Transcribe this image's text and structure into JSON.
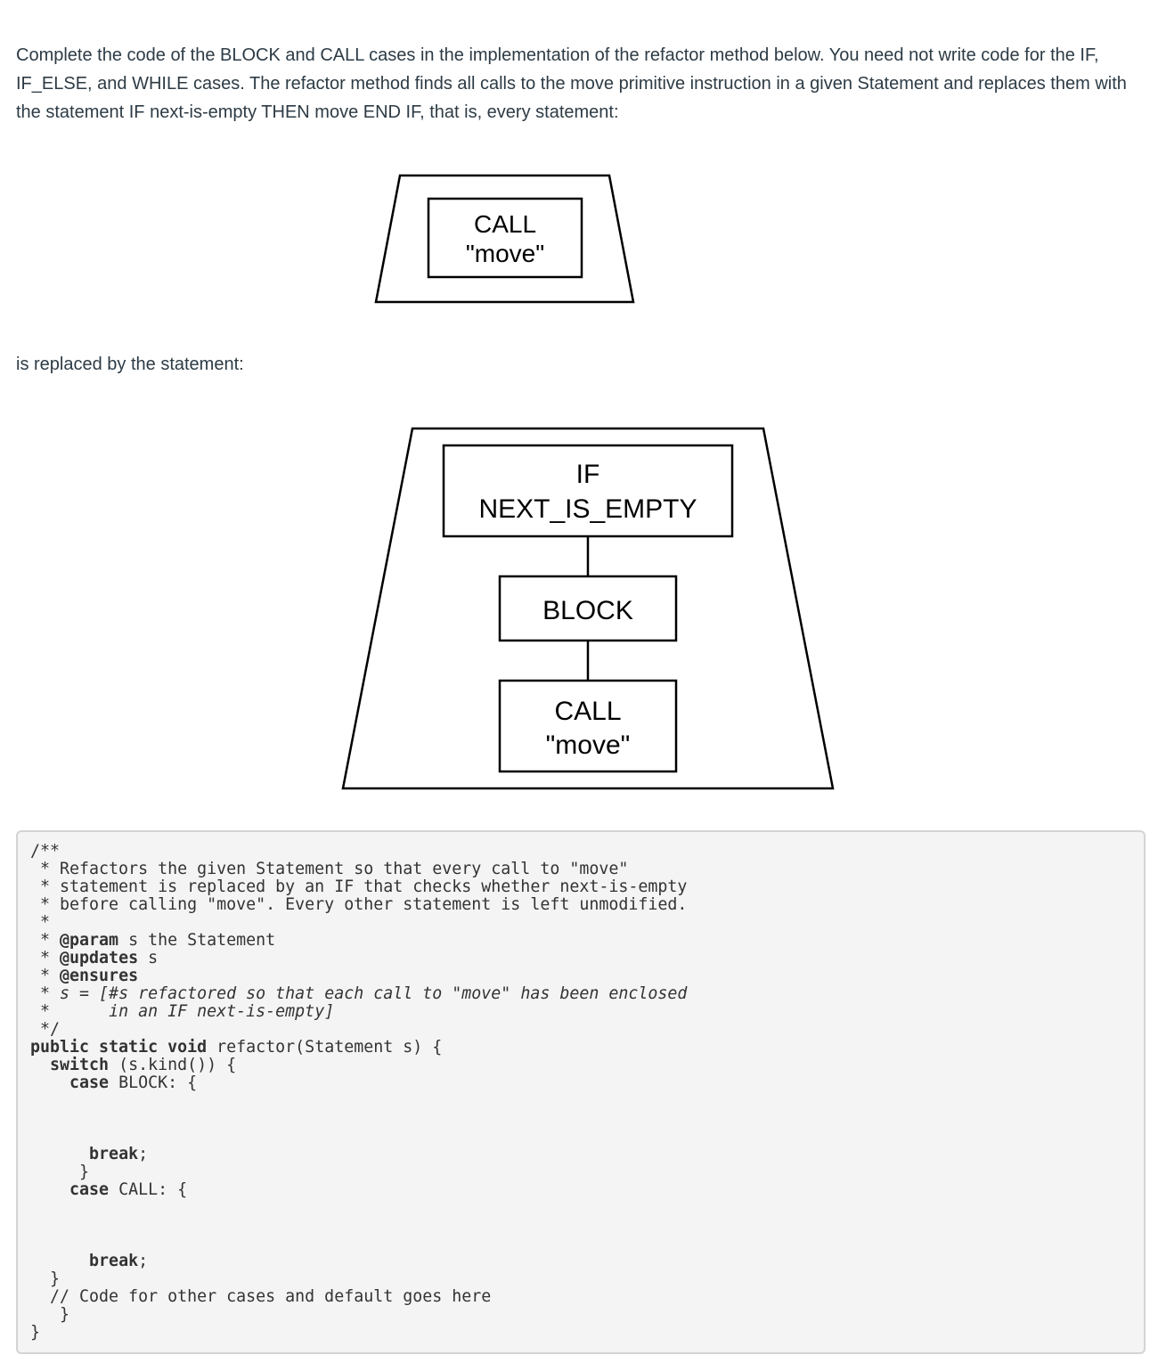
{
  "intro_text": "Complete the code of the BLOCK and CALL cases in the implementation of the refactor method below.  You need not write code for the IF, IF_ELSE, and WHILE cases.  The refactor method finds all calls to the move primitive instruction in a given Statement and replaces them with the statement IF next-is-empty THEN move END IF, that is, every statement:",
  "diagram1": {
    "call_label": "CALL",
    "call_arg": "\"move\""
  },
  "mid_text": "is replaced by the statement:",
  "diagram2": {
    "if_label": "IF",
    "if_condition": "NEXT_IS_EMPTY",
    "block_label": "BLOCK",
    "call_label": "CALL",
    "call_arg": "\"move\""
  },
  "code": {
    "l01": "/**",
    "l02": " * Refactors the given Statement so that every call to \"move\"",
    "l03": " * statement is replaced by an IF that checks whether next-is-empty",
    "l04": " * before calling \"move\". Every other statement is left unmodified.",
    "l05": " *",
    "l06_pre": " * ",
    "l06_kw": "@param",
    "l06_post": " s the Statement",
    "l07_pre": " * ",
    "l07_kw": "@updates",
    "l07_post": " s",
    "l08_pre": " * ",
    "l08_kw": "@ensures",
    "l09_pre": " * ",
    "l09_it": "s = [#s refactored so that each call to \"move\" has been enclosed",
    "l10_pre": " *      ",
    "l10_it": "in an IF next-is-empty]",
    "l11": " */",
    "l12_kw": "public static void",
    "l12_post": " refactor(Statement s) {",
    "l13_pre": "  ",
    "l13_kw": "switch",
    "l13_post": " (s.kind()) {",
    "l14_pre": "    ",
    "l14_kw": "case",
    "l14_post": " BLOCK: {",
    "l15": "",
    "l16": "",
    "l17": "",
    "l18_pre": "      ",
    "l18_kw": "break",
    "l18_post": ";",
    "l19": "     }",
    "l20_pre": "    ",
    "l20_kw": "case",
    "l20_post": " CALL: {",
    "l21": "",
    "l22": "",
    "l23": "",
    "l24_pre": "      ",
    "l24_kw": "break",
    "l24_post": ";",
    "l25": "  }",
    "l26": "  // Code for other cases and default goes here",
    "l27": "   }",
    "l28": "}"
  }
}
